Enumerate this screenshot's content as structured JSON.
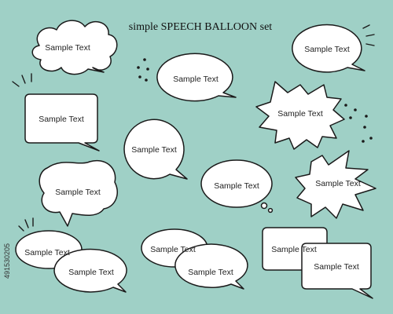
{
  "title": "simple SPEECH BALLOON set",
  "sample": "Sample Text",
  "stock_id": "491530205",
  "colors": {
    "background": "#9fd0c6",
    "balloon_fill": "#ffffff",
    "outline": "#1a1a1a"
  },
  "balloons": [
    "cloud-balloon",
    "oval-balloon",
    "oval-balloon-right",
    "rectangle-balloon",
    "circle-balloon",
    "spiky-burst-balloon",
    "wavy-balloon",
    "thought-oval-balloon",
    "star-burst-balloon",
    "double-oval-balloon",
    "double-overlap-oval-balloon",
    "double-rectangle-balloon"
  ]
}
